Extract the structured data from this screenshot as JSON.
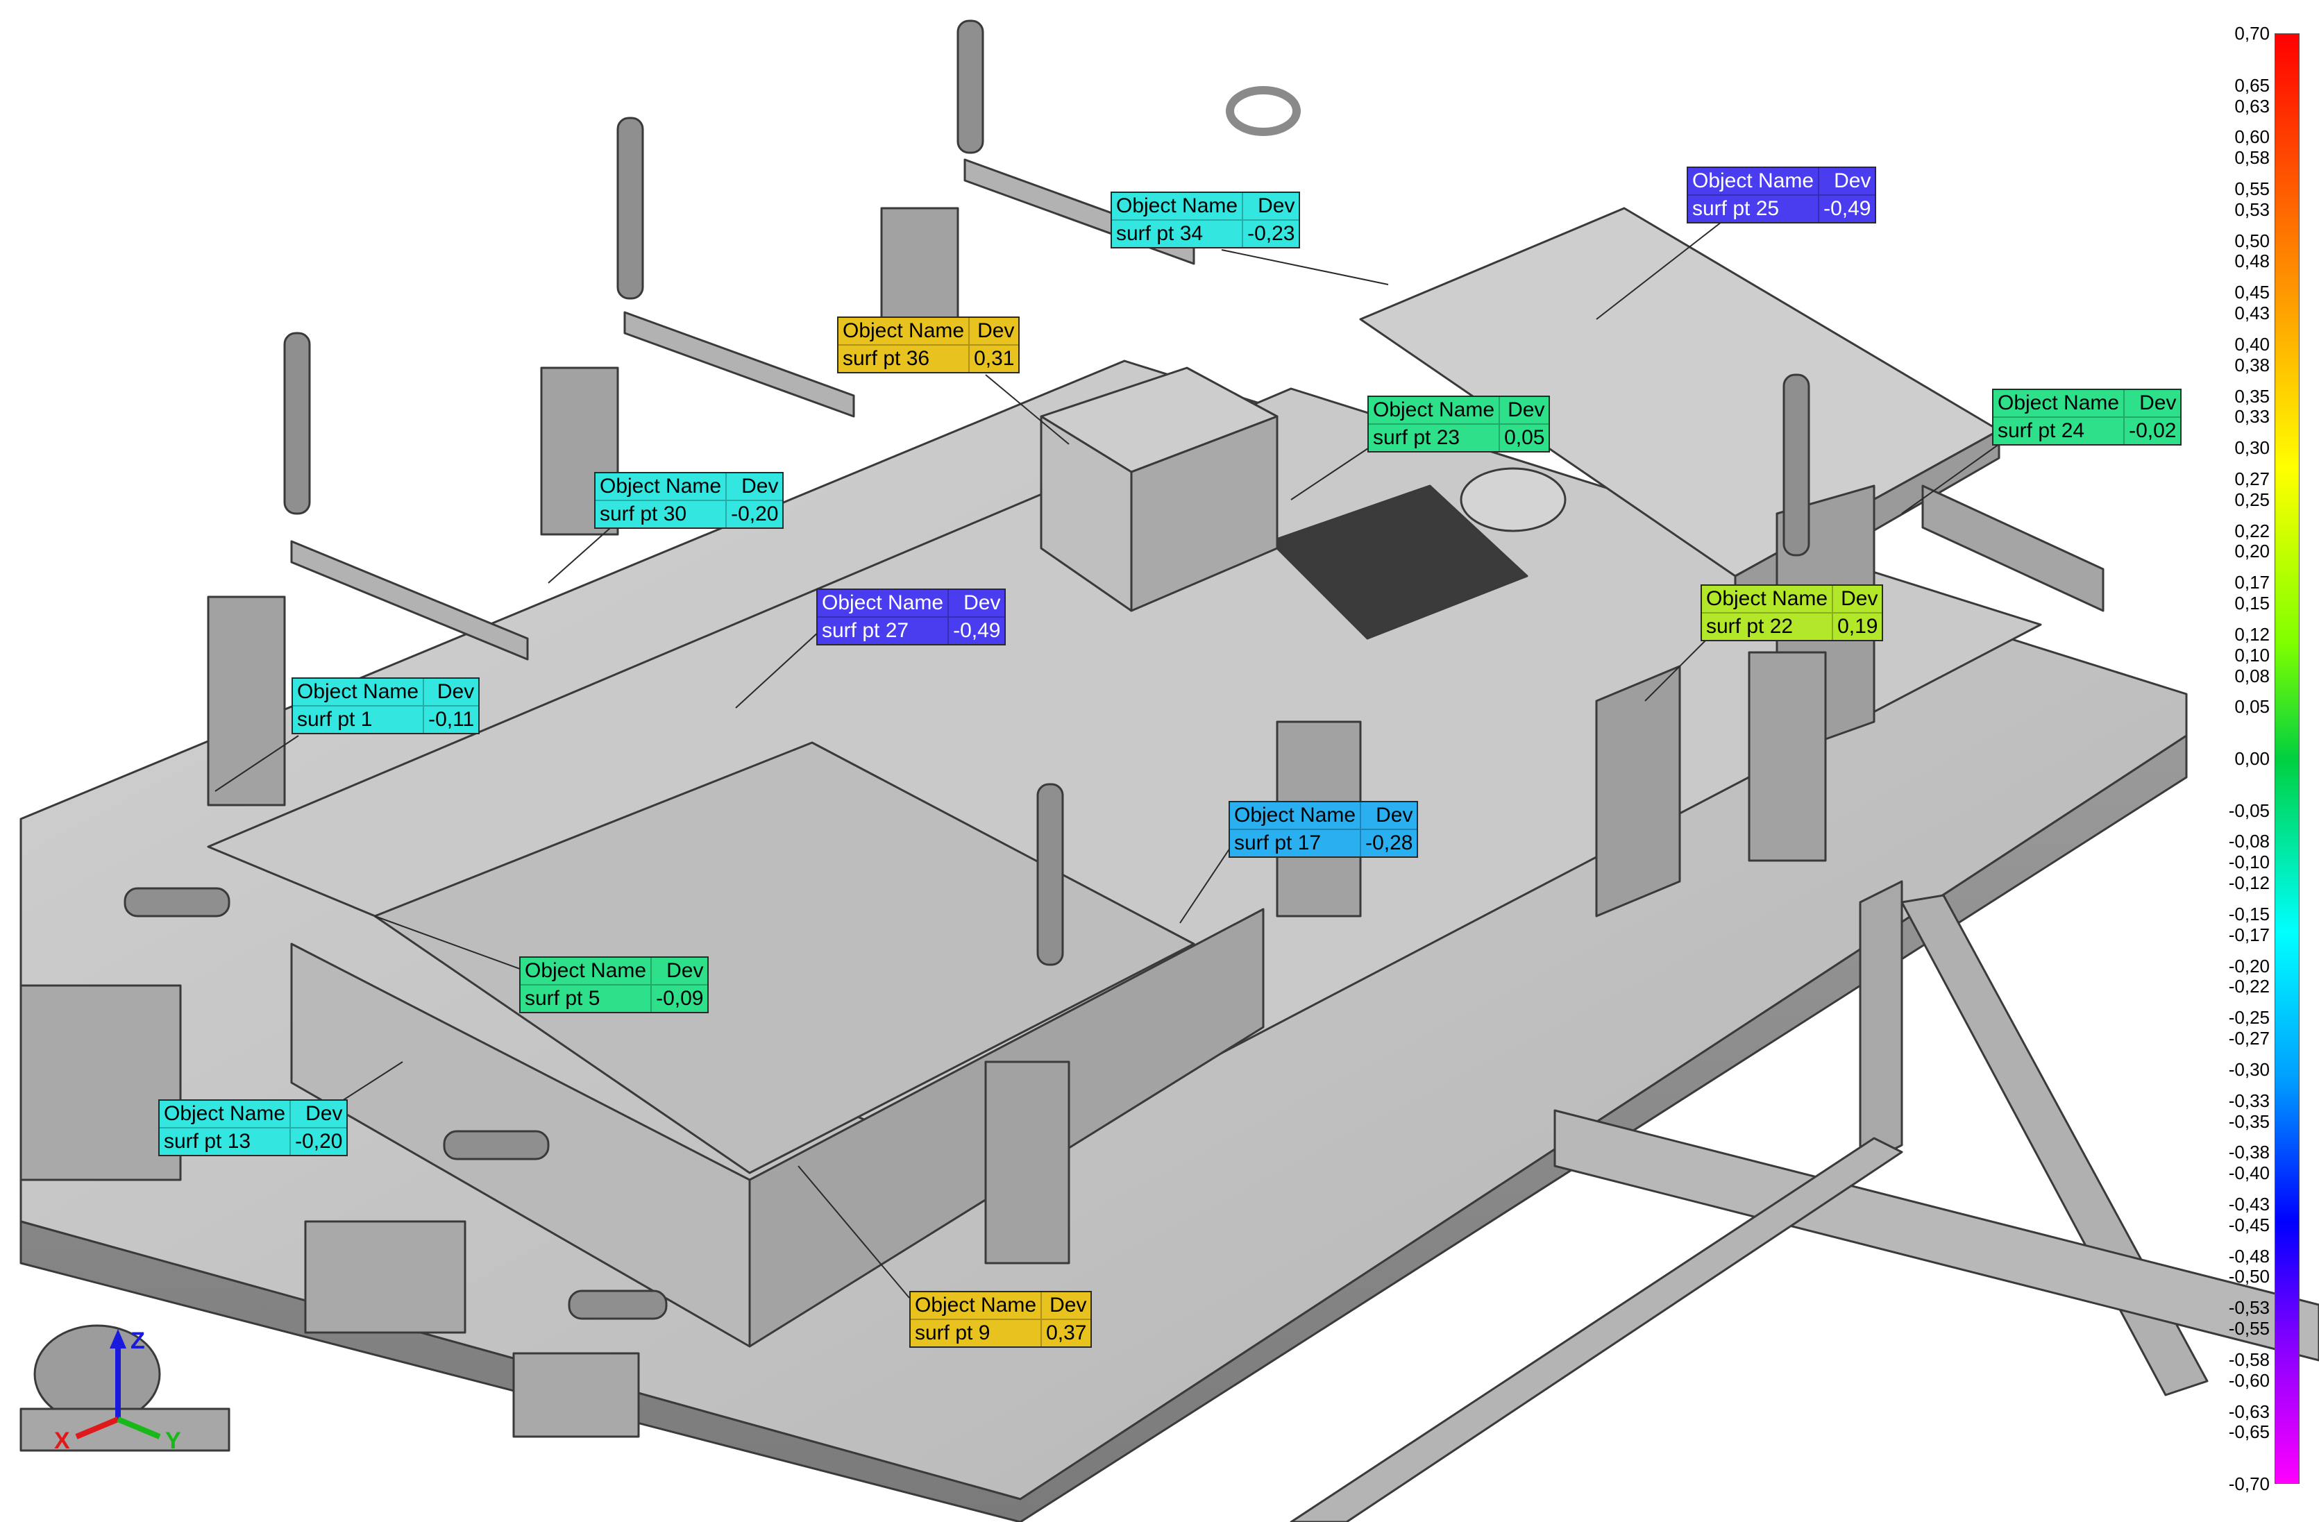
{
  "colors": {
    "steel_face": "#c4c4c4",
    "steel_dark": "#8a8a8a",
    "edge": "#3a3a3a",
    "label_cyan": "#33e6e0",
    "label_green": "#2fe08a",
    "label_yellow": "#e8c21e",
    "label_lime": "#b3e82a",
    "label_blue": "#4a3df0",
    "label_sky": "#2ab0f0"
  },
  "label_header": {
    "name": "Object Name",
    "dev": "Dev"
  },
  "labels": [
    {
      "id": "surf-pt-34",
      "name": "surf pt 34",
      "dev": "-0,23",
      "color": "#33e6e0"
    },
    {
      "id": "surf-pt-25",
      "name": "surf pt 25",
      "dev": "-0,49",
      "color": "#4a3df0"
    },
    {
      "id": "surf-pt-36",
      "name": "surf pt 36",
      "dev": "0,31",
      "color": "#e8c21e"
    },
    {
      "id": "surf-pt-23",
      "name": "surf pt 23",
      "dev": "0,05",
      "color": "#2fe08a"
    },
    {
      "id": "surf-pt-24",
      "name": "surf pt 24",
      "dev": "-0,02",
      "color": "#2fe08a"
    },
    {
      "id": "surf-pt-30",
      "name": "surf pt 30",
      "dev": "-0,20",
      "color": "#33e6e0"
    },
    {
      "id": "surf-pt-27",
      "name": "surf pt 27",
      "dev": "-0,49",
      "color": "#4a3df0"
    },
    {
      "id": "surf-pt-22",
      "name": "surf pt 22",
      "dev": "0,19",
      "color": "#b3e82a"
    },
    {
      "id": "surf-pt-1",
      "name": "surf pt 1",
      "dev": "-0,11",
      "color": "#33e6e0"
    },
    {
      "id": "surf-pt-17",
      "name": "surf pt 17",
      "dev": "-0,28",
      "color": "#2ab0f0"
    },
    {
      "id": "surf-pt-5",
      "name": "surf pt 5",
      "dev": "-0,09",
      "color": "#2fe08a"
    },
    {
      "id": "surf-pt-13",
      "name": "surf pt 13",
      "dev": "-0,20",
      "color": "#33e6e0"
    },
    {
      "id": "surf-pt-9",
      "name": "surf pt 9",
      "dev": "0,37",
      "color": "#e8c21e"
    }
  ],
  "colorbar": {
    "max": 0.7,
    "min": -0.7,
    "ticks": [
      "0,70",
      "0,65",
      "0,63",
      "0,60",
      "0,58",
      "0,55",
      "0,53",
      "0,50",
      "0,48",
      "0,45",
      "0,43",
      "0,40",
      "0,38",
      "0,35",
      "0,33",
      "0,30",
      "0,27",
      "0,25",
      "0,22",
      "0,20",
      "0,17",
      "0,15",
      "0,12",
      "0,10",
      "0,08",
      "0,05",
      "0,00",
      "-0,05",
      "-0,08",
      "-0,10",
      "-0,12",
      "-0,15",
      "-0,17",
      "-0,20",
      "-0,22",
      "-0,25",
      "-0,27",
      "-0,30",
      "-0,33",
      "-0,35",
      "-0,38",
      "-0,40",
      "-0,43",
      "-0,45",
      "-0,48",
      "-0,50",
      "-0,53",
      "-0,55",
      "-0,58",
      "-0,60",
      "-0,63",
      "-0,65",
      "-0,70"
    ]
  },
  "axes": {
    "x": "X",
    "y": "Y",
    "z": "Z"
  }
}
